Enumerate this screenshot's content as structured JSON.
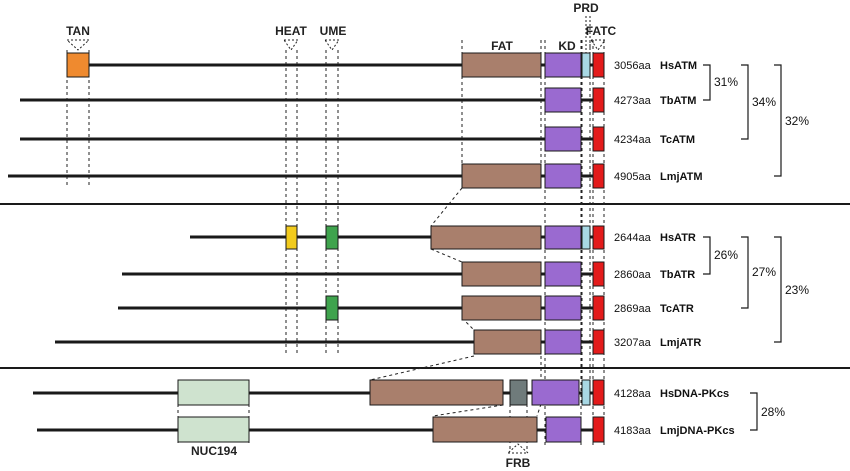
{
  "colors": {
    "TAN": "#ef8a2f",
    "HEAT": "#f2cb1d",
    "UME": "#3fa34d",
    "FAT": "#a97f6c",
    "KD": "#9a6ad0",
    "PRD": "#a8d8e4",
    "FATC": "#e31b1b",
    "NUC194": "#cfe3cf",
    "FRB": "#6f7b7b",
    "line": "#1a1a1a"
  },
  "domain_labels": {
    "TAN": "TAN",
    "HEAT": "HEAT",
    "UME": "UME",
    "FAT": "FAT",
    "KD": "KD",
    "PRD": "PRD",
    "FATC": "FATC",
    "NUC194": "NUC194",
    "FRB": "FRB"
  },
  "proteins": [
    {
      "length": "3056aa",
      "name": "HsATM"
    },
    {
      "length": "4273aa",
      "name": "TbATM"
    },
    {
      "length": "4234aa",
      "name": "TcATM"
    },
    {
      "length": "4905aa",
      "name": "LmjATM"
    },
    {
      "length": "2644aa",
      "name": "HsATR"
    },
    {
      "length": "2860aa",
      "name": "TbATR"
    },
    {
      "length": "2869aa",
      "name": "TcATR"
    },
    {
      "length": "3207aa",
      "name": "LmjATR"
    },
    {
      "length": "4128aa",
      "name": "HsDNA-PKcs"
    },
    {
      "length": "4183aa",
      "name": "LmjDNA-PKcs"
    }
  ],
  "identities": {
    "atm_pair": "31%",
    "atm_triple": "34%",
    "atm_all": "32%",
    "atr_pair": "26%",
    "atr_triple": "27%",
    "atr_all": "23%",
    "dnapk_pair": "28%"
  }
}
